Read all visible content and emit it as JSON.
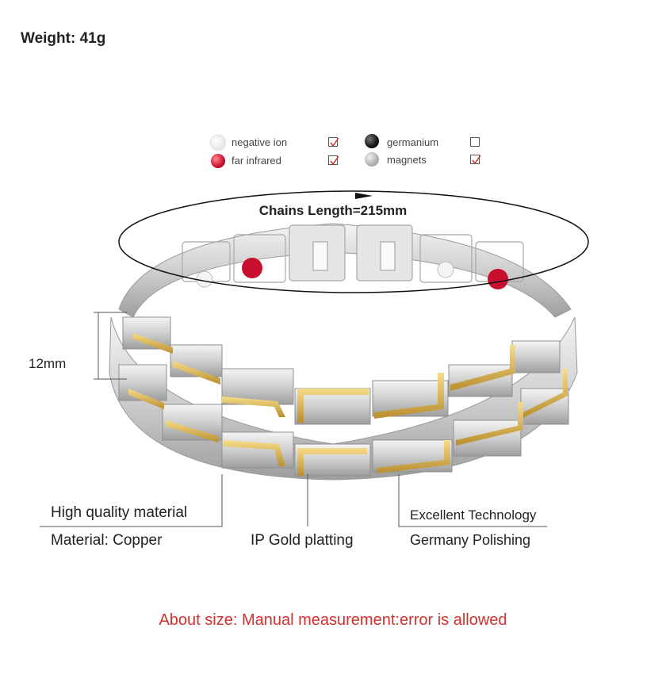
{
  "weight": "Weight: 41g",
  "legend": [
    {
      "label": "negative ion",
      "checked": true,
      "dot_color": "#f4f4f4"
    },
    {
      "label": "far infrared",
      "checked": true,
      "dot_color": "#c8102e"
    },
    {
      "label": "germanium",
      "checked": false,
      "dot_color": "#111111"
    },
    {
      "label": "magnets",
      "checked": true,
      "dot_color": "#b9b9b9"
    }
  ],
  "chain_length": "Chains Length=215mm",
  "width_label": "12mm",
  "callouts": {
    "high_quality": "High quality material",
    "material": "Material: Copper",
    "ip_gold": "IP Gold platting",
    "excellent_tech": "Excellent Technology",
    "germany_polish": "Germany Polishing"
  },
  "note": "About size: Manual measurement:error is allowed",
  "colors": {
    "note": "#d0312d",
    "check": "#d0312d",
    "gold": "#d8b24a",
    "silver": "#d9d9d9"
  }
}
